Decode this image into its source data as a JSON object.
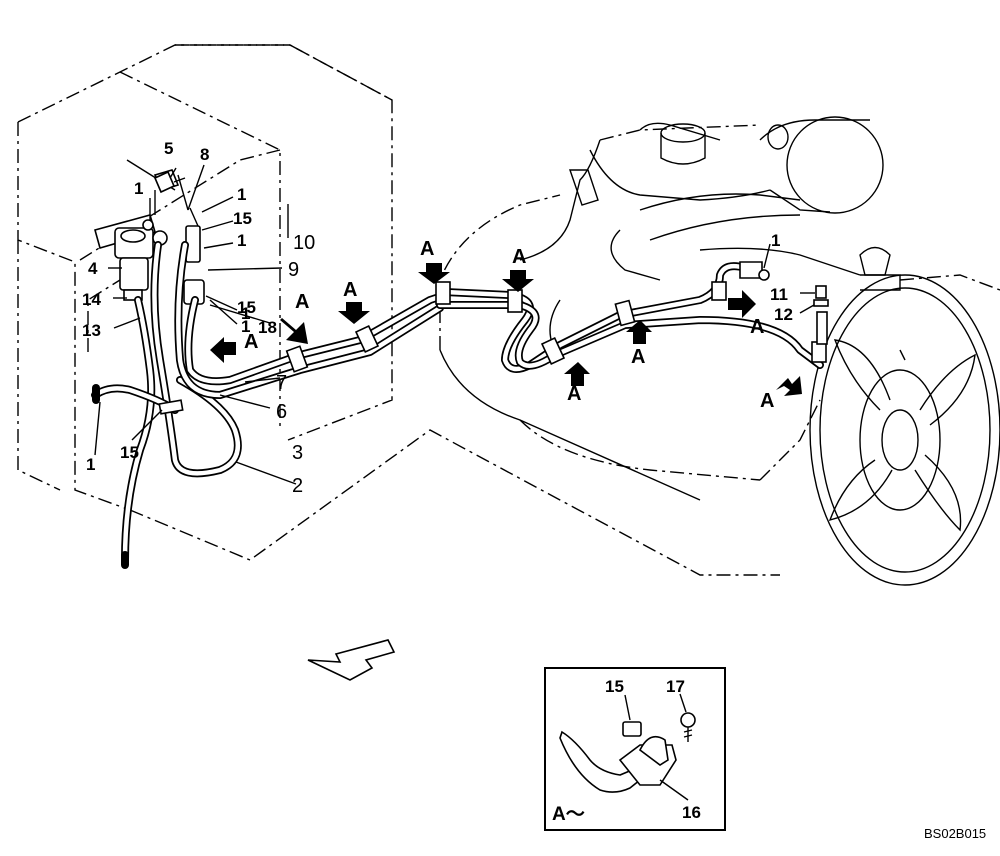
{
  "diagram_code": "BS02B015",
  "callouts": {
    "c1a": "1",
    "c1b": "1",
    "c1c": "1",
    "c1d": "1",
    "c1e": "1",
    "c1f": "1",
    "c1g": "1",
    "c2": "2",
    "c3": "3",
    "c4": "4",
    "c5": "5",
    "c6": "6",
    "c7": "7",
    "c8": "8",
    "c9": "9",
    "c10": "10",
    "c11": "11",
    "c12": "12",
    "c13": "13",
    "c14": "14",
    "c15a": "15",
    "c15b": "15",
    "c15c": "15",
    "c18": "18"
  },
  "clamp_marker": "A",
  "detail": {
    "title": "A〜",
    "label_15": "15",
    "label_16": "16",
    "label_17": "17"
  }
}
